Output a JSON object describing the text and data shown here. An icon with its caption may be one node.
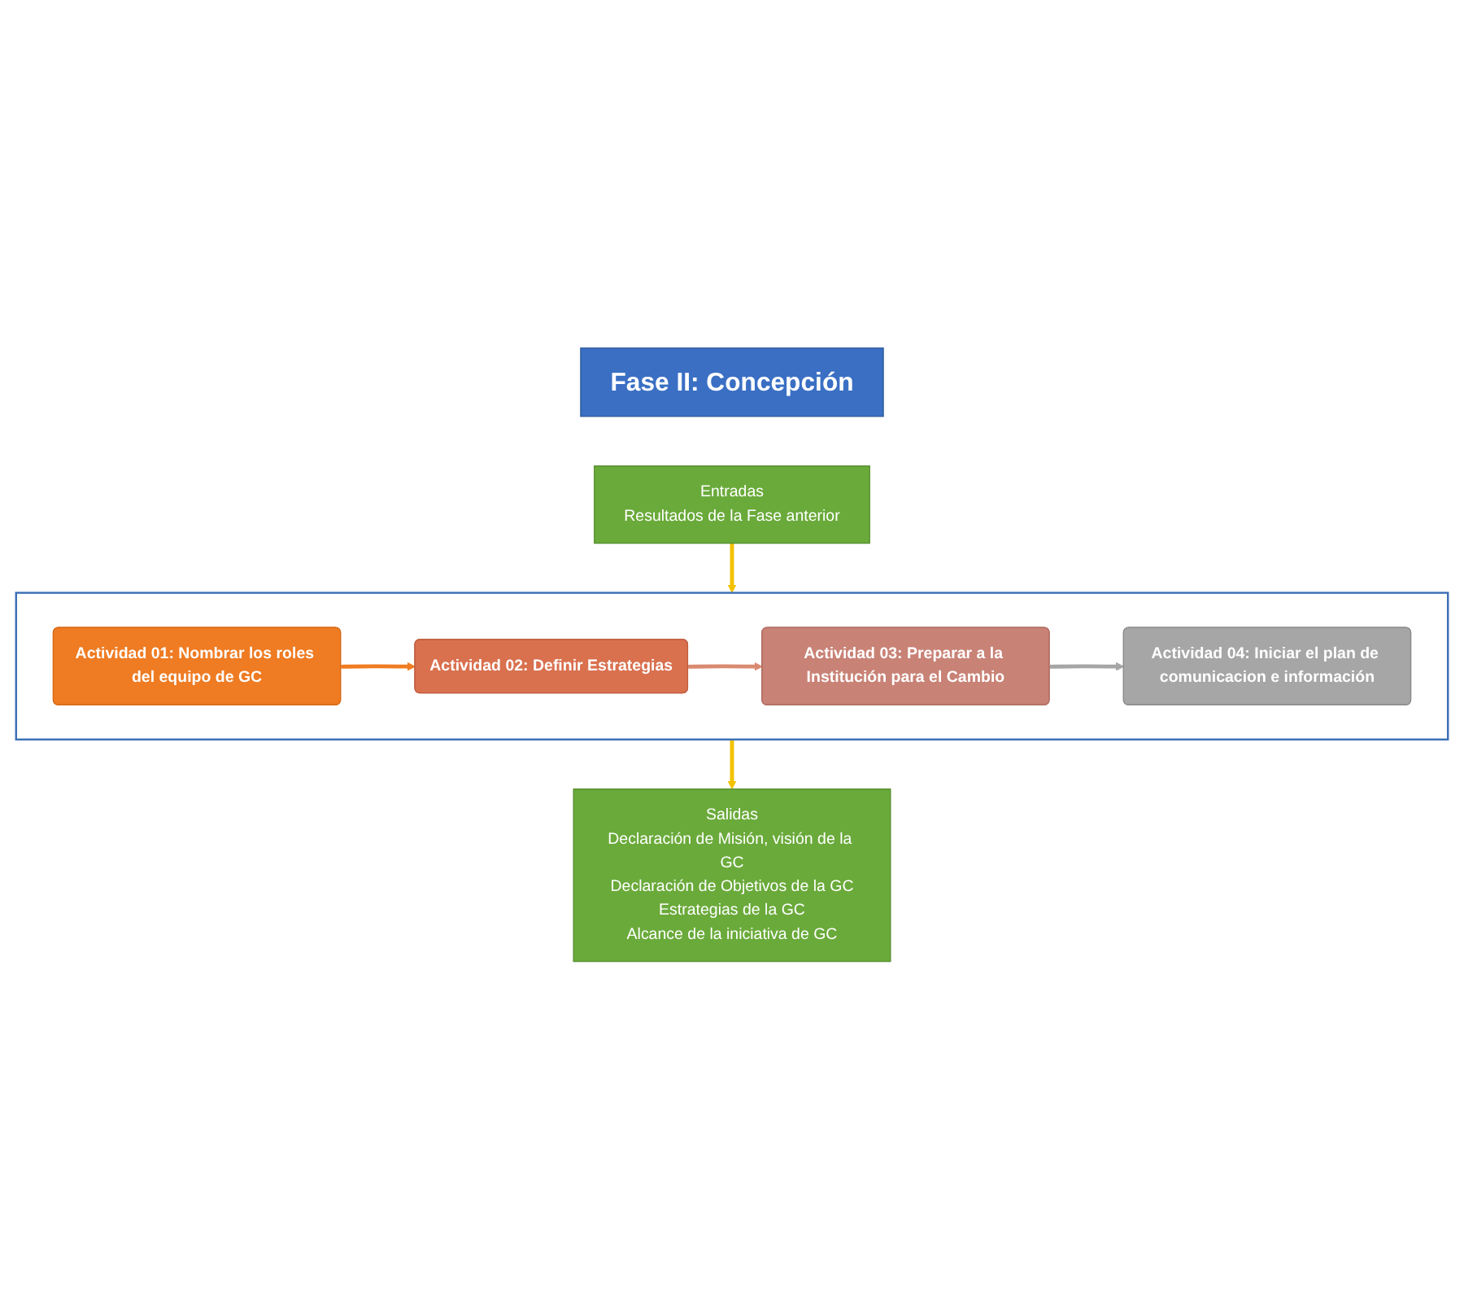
{
  "diagram": {
    "nodes": [
      {
        "text": [
          "Fase II: Concepción"
        ]
      },
      {
        "text": [
          "Entradas",
          "Resultados de la Fase anterior"
        ]
      },
      {
        "text": [],
        "shape": "box"
      },
      {
        "text": [
          "Actividad 01: Nombrar los roles del equipo de GC"
        ],
        "in": 2
      },
      {
        "text": [
          "Actividad 02: Definir Estrategias"
        ],
        "in": 2
      },
      {
        "text": [
          "Actividad 03: Preparar a la Institución para el Cambio"
        ],
        "in": 2
      },
      {
        "text": [
          "Actividad 04: Iniciar el plan de comunicacion e información"
        ],
        "in": 2
      },
      {
        "text": [
          "Salidas",
          "Declaración de Misión, visión de la GC",
          "Declaración de Objetivos de la GC",
          "Estrategias de la GC",
          "Alcance de la iniciativa de GC"
        ]
      }
    ],
    "edges": [
      {
        "from": 1,
        "to": 2,
        "arrow": "to",
        "color": "#f2c200"
      },
      {
        "from": 3,
        "to": 4,
        "arrow": "to",
        "color": "#f07c22"
      },
      {
        "from": 4,
        "to": 5,
        "arrow": "to",
        "color": "#d98a70"
      },
      {
        "from": 5,
        "to": 6,
        "arrow": "to",
        "color": "#a6a6a6"
      },
      {
        "from": 2,
        "to": 7,
        "arrow": "to",
        "color": "#f2c200"
      }
    ]
  }
}
